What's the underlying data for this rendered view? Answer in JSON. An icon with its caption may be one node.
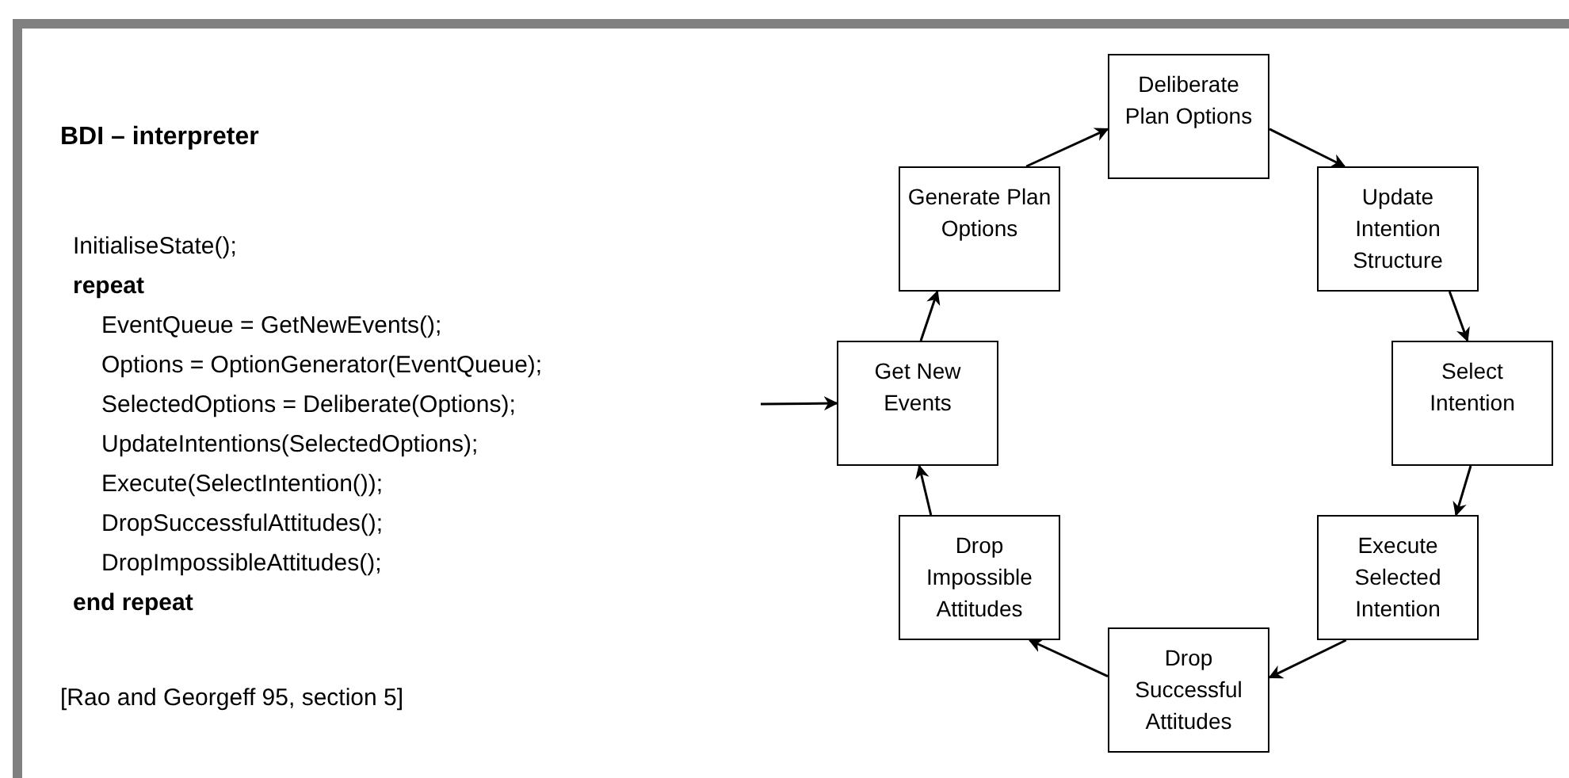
{
  "diagram": {
    "title": "BDI – interpreter",
    "nodes": [
      {
        "text": [
          "Deliberate Plan Options"
        ]
      },
      {
        "text": [
          "Generate Plan Options"
        ]
      },
      {
        "text": [
          "Update Intention Structure"
        ]
      },
      {
        "text": [
          "Get New Events"
        ]
      },
      {
        "text": [
          "Select Intention"
        ]
      },
      {
        "text": [
          "Drop Impossible Attitudes"
        ]
      },
      {
        "text": [
          "Execute Selected Intention"
        ]
      },
      {
        "text": [
          "Drop Successful Attitudes"
        ]
      }
    ],
    "edges": [
      {
        "from": 1,
        "to": 0,
        "arrow": "to"
      },
      {
        "from": 0,
        "to": 2,
        "arrow": "to"
      },
      {
        "from": 2,
        "to": 4,
        "arrow": "to"
      },
      {
        "from": 4,
        "to": 6,
        "arrow": "to"
      },
      {
        "from": 6,
        "to": 7,
        "arrow": "to"
      },
      {
        "from": 7,
        "to": 5,
        "arrow": "to"
      },
      {
        "from": 5,
        "to": 3,
        "arrow": "to"
      },
      {
        "from": 3,
        "to": 1,
        "arrow": "to"
      },
      {
        "from": null,
        "to": 3,
        "arrow": "to"
      }
    ],
    "labels": [
      "InitialiseState();",
      "repeat",
      "EventQueue = GetNewEvents();",
      "Options = OptionGenerator(EventQueue);",
      "SelectedOptions = Deliberate(Options);",
      "UpdateIntentions(SelectedOptions);",
      "Execute(SelectIntention());",
      "DropSuccessfulAttitudes();",
      "DropImpossibleAttitudes();",
      "end repeat",
      "[Rao and Georgeff 95, section 5]"
    ]
  }
}
